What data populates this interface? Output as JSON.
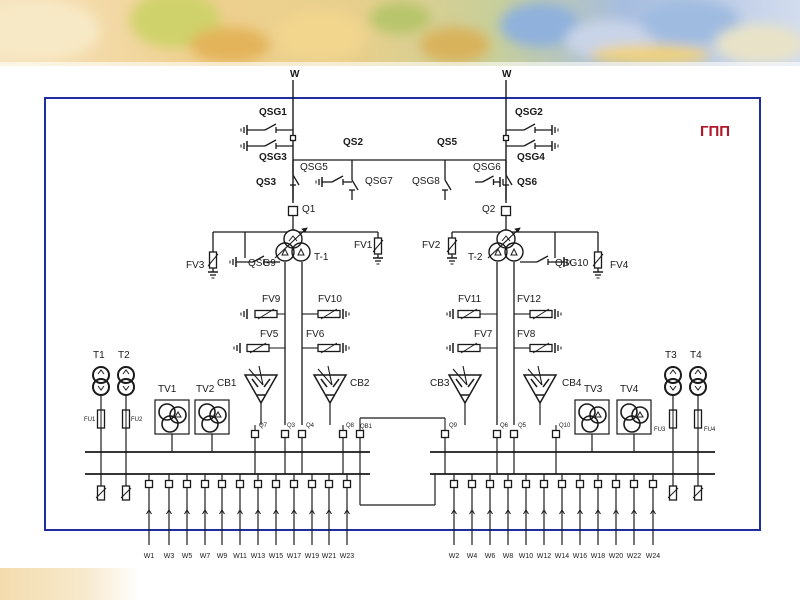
{
  "title": "ГПП",
  "colors": {
    "frame": "#1f2da0",
    "title": "#b0182a",
    "line": "#1a1a1a",
    "banner": [
      "#f3d9a8",
      "#e8c07a",
      "#a9c06a",
      "#7aa6d8",
      "#c8d7ee",
      "#f5e6b8"
    ]
  },
  "inputs": {
    "left": "W",
    "right": "W"
  },
  "left_section": {
    "disconnectors": [
      "QSG1",
      "QSG3",
      "QS3",
      "QSG5",
      "QS2",
      "QSG7"
    ],
    "breaker": "Q1",
    "transformer": "T-1",
    "arresters": [
      "FV1",
      "FV3",
      "FV9",
      "FV10",
      "FV5",
      "FV6"
    ],
    "ground_switch": "QSG9",
    "capacitors": [
      "CB1",
      "CB2"
    ],
    "sect_breakers": [
      "Q7",
      "Q3",
      "Q4",
      "Q8",
      "QB1"
    ],
    "aux_transformers": [
      "T1",
      "T2"
    ],
    "fuses": [
      "FU1",
      "FU2"
    ],
    "voltage_transformers": [
      "TV1",
      "TV2"
    ],
    "lines": [
      "W1",
      "W3",
      "W5",
      "W7",
      "W9",
      "W11",
      "W13",
      "W15",
      "W17",
      "W19",
      "W21",
      "W23"
    ]
  },
  "right_section": {
    "disconnectors": [
      "QS5",
      "QSG8",
      "QSG2",
      "QSG4",
      "QS6",
      "QSG6"
    ],
    "breaker": "Q2",
    "transformer": "T-2",
    "arresters": [
      "FV2",
      "FV4",
      "FV11",
      "FV12",
      "FV7",
      "FV8"
    ],
    "ground_switch": "QSG10",
    "capacitors": [
      "CB3",
      "CB4"
    ],
    "sect_breakers": [
      "Q9",
      "Q6",
      "Q5",
      "Q10"
    ],
    "aux_transformers": [
      "T3",
      "T4"
    ],
    "fuses": [
      "FU3",
      "FU4"
    ],
    "voltage_transformers": [
      "TV3",
      "TV4"
    ],
    "lines": [
      "W2",
      "W4",
      "W6",
      "W8",
      "W10",
      "W12",
      "W14",
      "W16",
      "W18",
      "W20",
      "W22",
      "W24"
    ]
  }
}
